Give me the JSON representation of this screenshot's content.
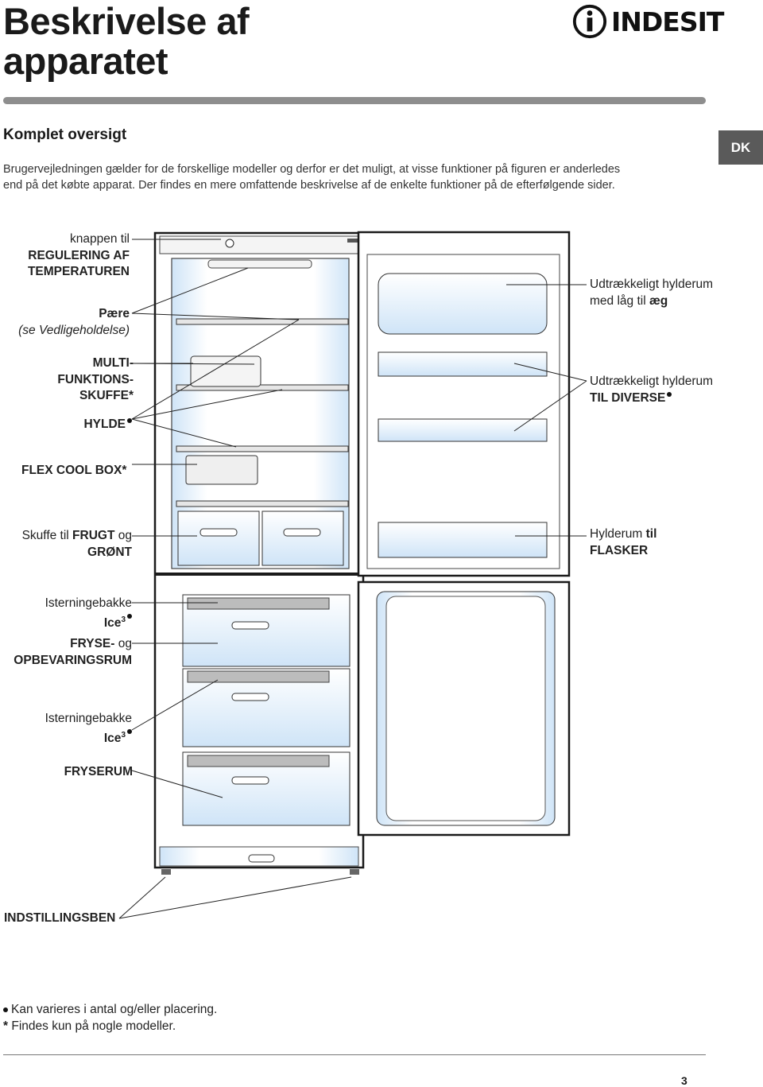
{
  "header": {
    "title_line1": "Beskrivelse af",
    "title_line2": "apparatet",
    "brand": "INDESIT",
    "brand_icon": "indesit-logo-icon"
  },
  "section": {
    "heading": "Komplet oversigt",
    "intro_line1": "Brugervejledningen gælder for de forskellige modeller og derfor er det muligt, at visse funktioner på figuren er anderledes",
    "intro_line2": "end på det købte apparat. Der findes en mere omfattende beskrivelse af de enkelte funktioner på de efterfølgende sider."
  },
  "language_tab": "DK",
  "labels_left": {
    "thermostat_a": "knappen til",
    "thermostat_b": "REGULERING AF",
    "thermostat_c": "TEMPERATUREN",
    "bulb_a": "Pære",
    "bulb_b": "(se Vedligeholdelse)",
    "multi_a": "MULTI-",
    "multi_b": "FUNKTIONS-",
    "multi_c": "SKUFFE",
    "multi_mark": "*",
    "shelf": "HYLDE",
    "flex": "FLEX COOL BOX",
    "flex_mark": "*",
    "crisper_a": "Skuffe til ",
    "crisper_b": "FRUGT",
    "crisper_c": " og",
    "crisper_d": "GRØNT",
    "ice1_a": "Isterningebakke",
    "ice1_b": "Ice",
    "ice1_sup": "3",
    "freeze_a": "FRYSE-",
    "freeze_b": " og",
    "freeze_c": "OPBEVARINGSRUM",
    "ice2_a": "Isterningebakke",
    "ice2_b": "Ice",
    "ice2_sup": "3",
    "freezer": "FRYSERUM",
    "feet": "INDSTILLINGSBEN"
  },
  "labels_right": {
    "egg_a": "Udtrækkeligt hylderum",
    "egg_b": "med låg til ",
    "egg_c": "æg",
    "misc_a": "Udtrækkeligt hylderum",
    "misc_b": "TIL DIVERSE",
    "bottles_a": "Hylderum ",
    "bottles_b": "til",
    "bottles_c": "FLASKER"
  },
  "footnotes": {
    "dot_text": "Kan varieres i antal og/eller placering.",
    "star_mark": "*",
    "star_text": "Findes kun på nogle modeller."
  },
  "page_number": "3",
  "colors": {
    "frame": "#1a1a1a",
    "glass_blue": "#cfe4f7",
    "rule_gray": "#8e8e8e",
    "tab_gray": "#5a5a5a"
  }
}
